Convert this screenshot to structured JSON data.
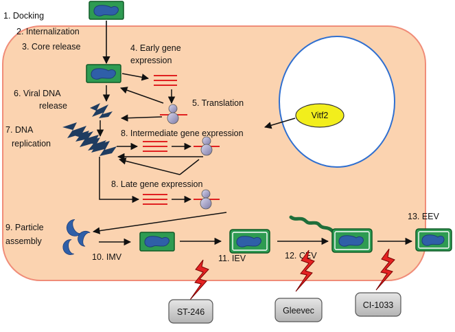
{
  "diagram": {
    "steps": {
      "docking": "1.  Docking",
      "internalization": "2. Internalization",
      "core_release": "3. Core release",
      "early_gene_line1": "4. Early gene",
      "early_gene_line2": "expression",
      "translation": "5. Translation",
      "viral_dna_line1": "6. Viral DNA",
      "viral_dna_line2": "release",
      "dna_replication_line1": "7. DNA",
      "dna_replication_line2": "replication",
      "intermediate_gene": "8. Intermediate gene expression",
      "late_gene": "8. Late gene expression",
      "particle_assembly_line1": "9. Particle",
      "particle_assembly_line2": "assembly",
      "imv": "10. IMV",
      "iev": "11. IEV",
      "cev": "12. CEV",
      "eev": "13. EEV"
    },
    "host_factor": "Vitf2",
    "drugs": {
      "st246": "ST-246",
      "gleevec": "Gleevec",
      "ci1033": "CI-1033"
    },
    "colors": {
      "cell_fill": "#fbd3b0",
      "cell_border": "#f08c78",
      "virion_green": "#2e9b52",
      "core_blue": "#2f5fa8",
      "dna_navy": "#1f3c60",
      "mrna_red": "#e02020",
      "ribosome": "#9d9bbb",
      "vitf2_yellow": "#f2ee1c",
      "inhibitor_red": "#e32222",
      "drug_box": "#c8c8c8",
      "actin_green": "#1f6e3a"
    }
  }
}
